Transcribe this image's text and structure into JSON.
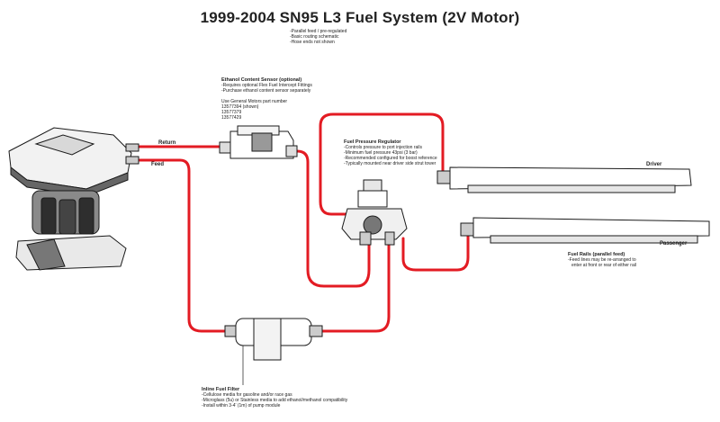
{
  "title": "1999-2004 SN95 L3 Fuel System (2V Motor)",
  "title_notes": [
    "-Parallel feed / pre-regulated",
    "-Basic routing schematic",
    "-Hose ends not shown"
  ],
  "ethanol_sensor": {
    "heading": "Ethanol Content Sensor  (optional)",
    "lines": [
      "-Requires optional Flex Fuel Intercept Fittings",
      "-Purchase ethanol content sensor separately",
      "",
      "Use General Motors part number",
      "13577394 (shown)",
      "13577379",
      "13577429"
    ]
  },
  "regulator": {
    "heading": "Fuel Pressure Regulator",
    "lines": [
      "-Controls pressure to port injection rails",
      "-Minimum fuel pressure 43psi (3 bar)",
      "-Recommended configured for boost reference",
      "-Typically mounted near driver side strut tower"
    ]
  },
  "filter": {
    "heading": "Inline Fuel Filter",
    "lines": [
      "-Cellulose media for gasoline and/or race gas",
      "-Microglass (5u) or Stainless media to add ethanol/methanol compatibility",
      "-Install within 3-4' (1m) of pump module"
    ]
  },
  "rails": {
    "heading": "Fuel Rails (parallel feed)",
    "lines": [
      "-Feed lines may be re-arranged to",
      "enter at front or rear of either rail"
    ]
  },
  "labels": {
    "return": "Return",
    "feed": "Feed",
    "driver": "Driver",
    "passenger": "Passenger"
  },
  "colors": {
    "line": "#e31b23",
    "component": "#1a1a1a"
  }
}
